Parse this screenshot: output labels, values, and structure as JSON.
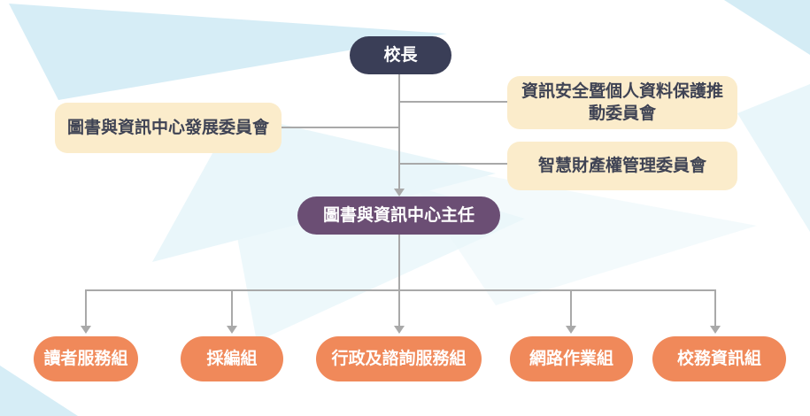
{
  "org_chart": {
    "principal": {
      "label": "校長"
    },
    "committees": [
      {
        "label": "圖書與資訊中心發展委員會",
        "side": "left"
      },
      {
        "label": "資訊安全暨個人資料保護推動委員會",
        "side": "right-top"
      },
      {
        "label": "智慧財產權管理委員會",
        "side": "right-bottom"
      }
    ],
    "director": {
      "label": "圖書與資訊中心主任"
    },
    "divisions": [
      {
        "label": "讀者服務組"
      },
      {
        "label": "採編組"
      },
      {
        "label": "行政及諮詢服務組"
      },
      {
        "label": "網路作業組"
      },
      {
        "label": "校務資訊組"
      }
    ]
  },
  "colors": {
    "canvas": "#ffffff",
    "principal_bg": "#3a3e57",
    "principal_text": "#ffffff",
    "committee_bg": "#fbeccb",
    "committee_text": "#3f4354",
    "director_bg": "#6b4e74",
    "director_text": "#ffffff",
    "division_bg": "#f0895a",
    "division_text": "#ffffff",
    "connector": "#a9a9a9",
    "bg_triangle_strong": "#cfeaf4",
    "bg_triangle_soft": "#e9f6fa"
  }
}
